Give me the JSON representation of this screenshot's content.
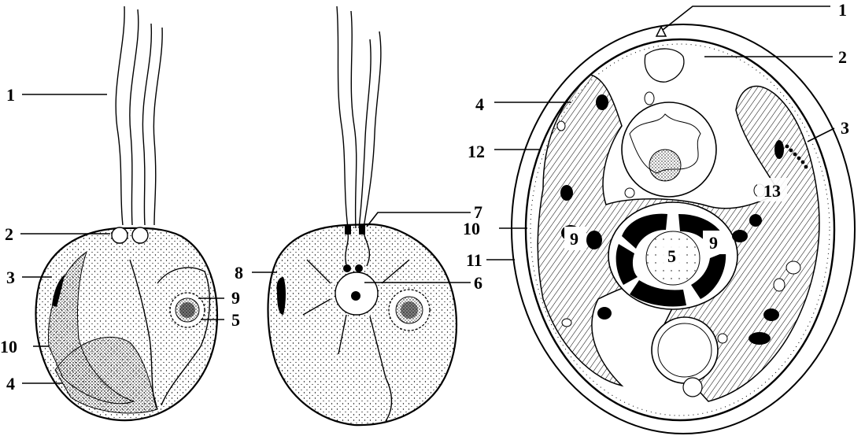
{
  "figure": {
    "left_cell": {
      "labels": [
        "1",
        "2",
        "3",
        "10",
        "4",
        "9",
        "5"
      ]
    },
    "middle_cell": {
      "labels": [
        "7",
        "8",
        "6"
      ]
    },
    "right_cell": {
      "labels": [
        "1",
        "2",
        "4",
        "3",
        "12",
        "13",
        "10",
        "11",
        "9",
        "9",
        "5"
      ]
    }
  },
  "colors": {
    "ink": "#000000",
    "paper": "#ffffff"
  }
}
